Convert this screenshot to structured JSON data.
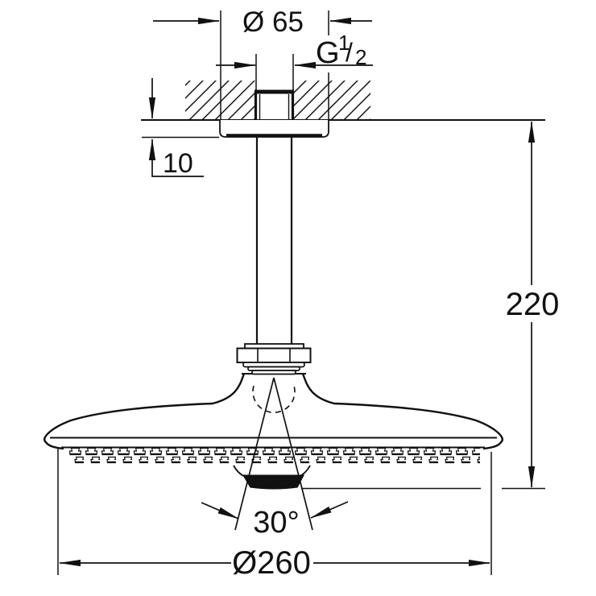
{
  "drawing": {
    "description": "Technical dimension drawing of a ceiling-mounted overhead shower head",
    "colors": {
      "line": "#111111",
      "background": "#ffffff"
    },
    "labels": {
      "escutcheon_diameter": "Ø 65",
      "thread": {
        "g": "G",
        "numerator": "1",
        "slash": "/",
        "denominator": "2"
      },
      "escutcheon_depth": "10",
      "installation_height": "220",
      "spray_angle": "30°",
      "head_diameter": "Ø260"
    }
  }
}
